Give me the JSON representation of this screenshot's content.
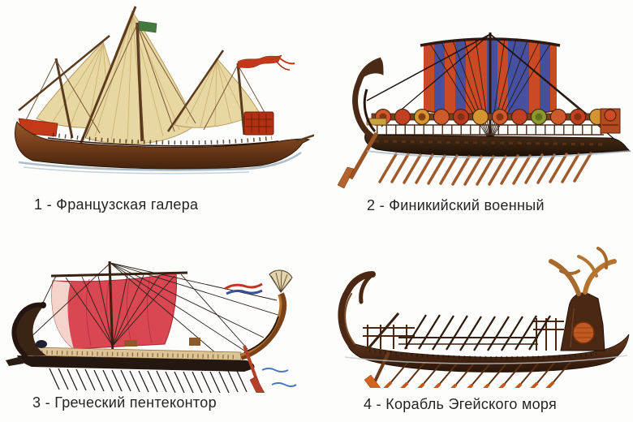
{
  "plate": {
    "figures": [
      {
        "caption": "1 - Французская галера",
        "subject": "french-galley"
      },
      {
        "caption": "2 - Финикийский военный",
        "subject": "phoenician-warship"
      },
      {
        "caption": "3 - Греческий пентеконтор",
        "subject": "greek-penteconter"
      },
      {
        "caption": "4 - Корабль Эгейского моря",
        "subject": "aegean-sea-ship"
      }
    ]
  },
  "colors": {
    "background": "#fdfdfb",
    "caption_text": "#242424",
    "galley_sail_tan": "#e8d7a2",
    "wood_brown": "#8a4f28",
    "dark_hull": "#2a160c",
    "accent_red": "#c0391b",
    "flag_green": "#44793f",
    "phoenician_stripe_orange": "#c94a24",
    "phoenician_stripe_blue": "#47509e",
    "penteconter_sail_crimson": "#d84752",
    "oar_orange": "#c2571f",
    "water_grey_blue": "#9fb2bf"
  }
}
